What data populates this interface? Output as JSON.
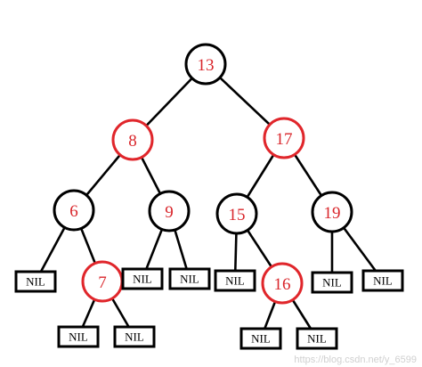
{
  "tree": {
    "nodes": [
      {
        "id": "n13",
        "label": "13",
        "color": "black"
      },
      {
        "id": "n8",
        "label": "8",
        "color": "red"
      },
      {
        "id": "n17",
        "label": "17",
        "color": "red"
      },
      {
        "id": "n6",
        "label": "6",
        "color": "black"
      },
      {
        "id": "n9",
        "label": "9",
        "color": "black"
      },
      {
        "id": "n15",
        "label": "15",
        "color": "black"
      },
      {
        "id": "n19",
        "label": "19",
        "color": "black"
      },
      {
        "id": "n7",
        "label": "7",
        "color": "red"
      },
      {
        "id": "n16",
        "label": "16",
        "color": "red"
      },
      {
        "id": "nil1",
        "label": "NIL",
        "nil": true
      },
      {
        "id": "nil2",
        "label": "NIL",
        "nil": true
      },
      {
        "id": "nil3",
        "label": "NIL",
        "nil": true
      },
      {
        "id": "nil4",
        "label": "NIL",
        "nil": true
      },
      {
        "id": "nil5",
        "label": "NIL",
        "nil": true
      },
      {
        "id": "nil6",
        "label": "NIL",
        "nil": true
      },
      {
        "id": "nil7",
        "label": "NIL",
        "nil": true
      },
      {
        "id": "nil8",
        "label": "NIL",
        "nil": true
      },
      {
        "id": "nil9",
        "label": "NIL",
        "nil": true
      },
      {
        "id": "nil10",
        "label": "NIL",
        "nil": true
      }
    ],
    "edges": [
      [
        "n13",
        "n8"
      ],
      [
        "n13",
        "n17"
      ],
      [
        "n8",
        "n6"
      ],
      [
        "n8",
        "n9"
      ],
      [
        "n17",
        "n15"
      ],
      [
        "n17",
        "n19"
      ],
      [
        "n6",
        "nil1"
      ],
      [
        "n6",
        "n7"
      ],
      [
        "n9",
        "nil2"
      ],
      [
        "n9",
        "nil3"
      ],
      [
        "n15",
        "nil4"
      ],
      [
        "n15",
        "n16"
      ],
      [
        "n19",
        "nil5"
      ],
      [
        "n19",
        "nil6"
      ],
      [
        "n7",
        "nil7"
      ],
      [
        "n7",
        "nil8"
      ],
      [
        "n16",
        "nil9"
      ],
      [
        "n16",
        "nil10"
      ]
    ]
  },
  "colors": {
    "red": "#e0262b",
    "black": "#000000",
    "label": "#d9262b"
  },
  "watermark": "https://blog.csdn.net/y_6599"
}
